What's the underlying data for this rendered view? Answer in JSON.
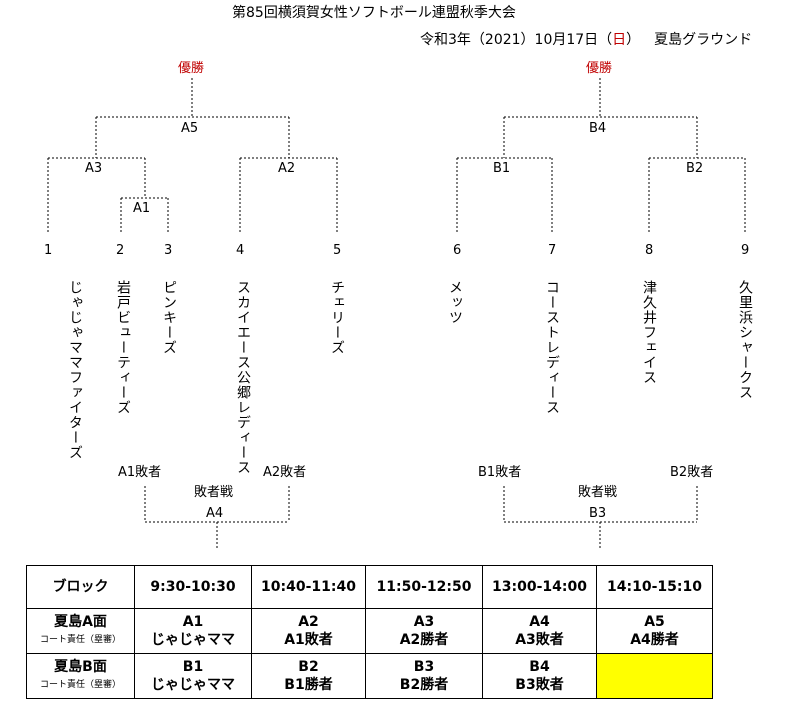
{
  "header": {
    "title": "第85回横須賀女性ソフトボール連盟秋季大会",
    "date_main": "令和3年（2021）10月17日（",
    "date_day": "日",
    "date_close": "）",
    "venue": "夏島グラウンド"
  },
  "bracket_a": {
    "champion_label": "優勝",
    "final": "A5",
    "semi_left": "A3",
    "semi_right": "A2",
    "first": "A1",
    "seeds": [
      "1",
      "2",
      "3",
      "4",
      "5"
    ],
    "teams": [
      "じゃじゃママファイターズ",
      "岩戸ビューティーズ",
      "ピンキーズ",
      "スカイエース公郷レディース",
      "チェリーズ"
    ],
    "loser_left": "A1敗者",
    "loser_right": "A2敗者",
    "loser_match_label": "敗者戦",
    "loser_match": "A4"
  },
  "bracket_b": {
    "champion_label": "優勝",
    "final": "B4",
    "semi_left": "B1",
    "semi_right": "B2",
    "seeds": [
      "6",
      "7",
      "8",
      "9"
    ],
    "teams": [
      "メッツ",
      "コーストレディース",
      "津久井フェイス",
      "久里浜シャークス"
    ],
    "loser_left": "B1敗者",
    "loser_right": "B2敗者",
    "loser_match_label": "敗者戦",
    "loser_match": "B3"
  },
  "schedule": {
    "header": [
      "ブロック",
      "9:30-10:30",
      "10:40-11:40",
      "11:50-12:50",
      "13:00-14:00",
      "14:10-15:10"
    ],
    "rows": [
      {
        "court": "夏島A面",
        "responsibility": "コート責任（塁審）",
        "cells": [
          {
            "code": "A1",
            "who": "じゃじゃママ"
          },
          {
            "code": "A2",
            "who": "A1敗者"
          },
          {
            "code": "A3",
            "who": "A2勝者"
          },
          {
            "code": "A4",
            "who": "A3敗者"
          },
          {
            "code": "A5",
            "who": "A4勝者"
          }
        ]
      },
      {
        "court": "夏島B面",
        "responsibility": "コート責任（塁審）",
        "cells": [
          {
            "code": "B1",
            "who": "じゃじゃママ"
          },
          {
            "code": "B2",
            "who": "B1勝者"
          },
          {
            "code": "B3",
            "who": "B2勝者"
          },
          {
            "code": "B4",
            "who": "B3敗者"
          }
        ]
      }
    ],
    "highlight_color": "#ffff00"
  }
}
